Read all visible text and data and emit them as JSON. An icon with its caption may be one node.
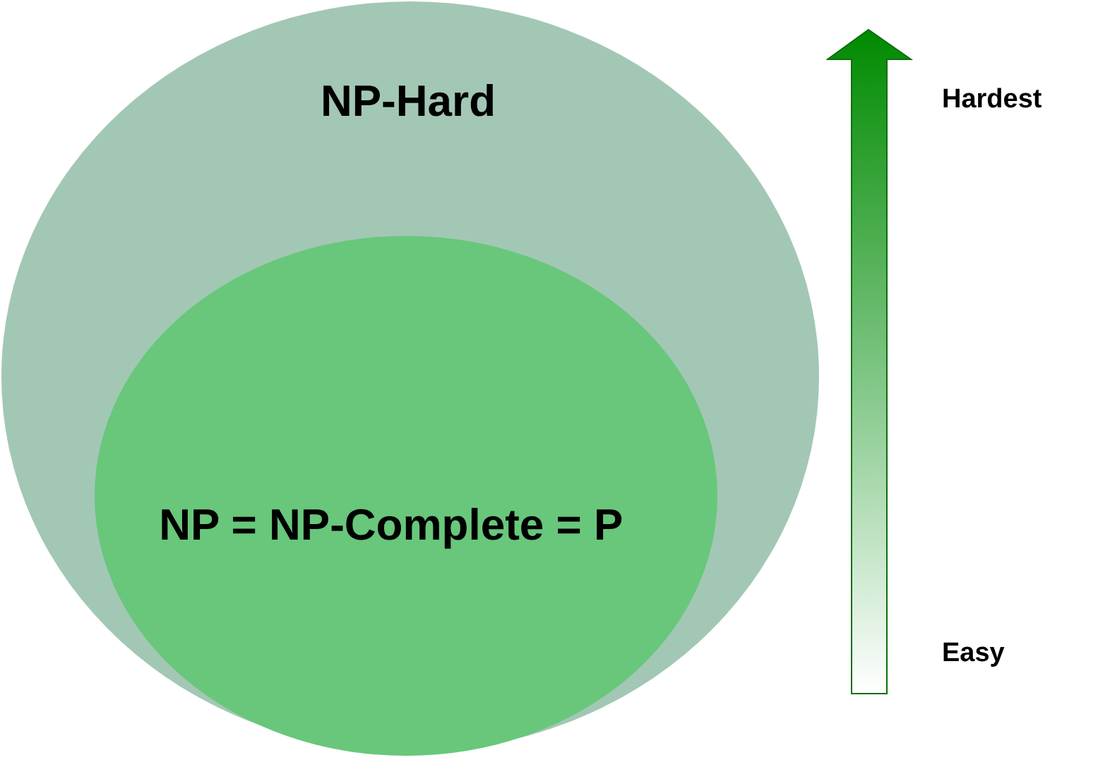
{
  "diagram": {
    "nodes": [
      {
        "text": [
          "NP-Hard"
        ]
      },
      {
        "text": [
          "NP = NP-Complete = P"
        ],
        "in": 0
      }
    ],
    "labels": [
      "Hardest",
      "Easy"
    ]
  }
}
